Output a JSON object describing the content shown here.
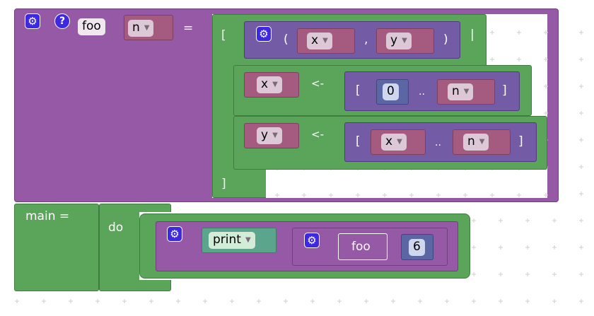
{
  "foo_block": {
    "name": "foo",
    "param": "n",
    "equals": "=",
    "list_open": "[",
    "list_bar": "|",
    "list_close": "]",
    "tuple": {
      "open": "(",
      "first": "x",
      "comma": ",",
      "second": "y",
      "close": ")"
    },
    "generators": [
      {
        "var": "x",
        "arrow": "<-",
        "open": "[",
        "from": "0",
        "dots": "..",
        "to": "n",
        "close": "]"
      },
      {
        "var": "y",
        "arrow": "<-",
        "open": "[",
        "from": "x",
        "dots": "..",
        "to": "n",
        "close": "]"
      }
    ]
  },
  "main_block": {
    "label": "main =",
    "do": "do",
    "func": "print",
    "call_name": "foo",
    "call_arg": "6"
  },
  "icons": {
    "gear": "gear-icon",
    "help": "help-icon",
    "dropdown": "dropdown-arrow-icon"
  },
  "colors": {
    "function_block": "#9659a6",
    "list_block": "#5ba55b",
    "expression_block": "#745ba5",
    "variable_block": "#a55b80",
    "print_block": "#5ba58c",
    "number_block": "#5b67a5",
    "settings_button": "#3d2ae0"
  }
}
